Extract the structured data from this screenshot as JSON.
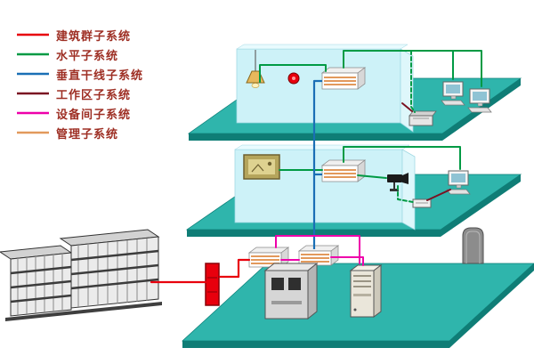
{
  "legend": {
    "items": [
      {
        "id": "building-complex-subsystem",
        "label": "建筑群子系统",
        "color": "#e8000d"
      },
      {
        "id": "horizontal-subsystem",
        "label": "水平子系统",
        "color": "#009a44"
      },
      {
        "id": "vertical-backbone-subsystem",
        "label": "垂直干线子系统",
        "color": "#1a6fb5"
      },
      {
        "id": "work-area-subsystem",
        "label": "工作区子系统",
        "color": "#7a1222"
      },
      {
        "id": "equipment-room-subsystem",
        "label": "设备间子系统",
        "color": "#ee00aa"
      },
      {
        "id": "management-subsystem",
        "label": "管理子系统",
        "color": "#e2995c"
      }
    ]
  },
  "diagram": {
    "colors": {
      "floor_top": "#2fb5ac",
      "floor_edge": "#0f7d76",
      "wall": "#cdf2f8",
      "wall_edge": "#e9fbfe",
      "partition": "#def7fb",
      "building_face": "#ebebeb",
      "building_roof": "#d2d2d2",
      "door": "#8c8c8c"
    }
  }
}
